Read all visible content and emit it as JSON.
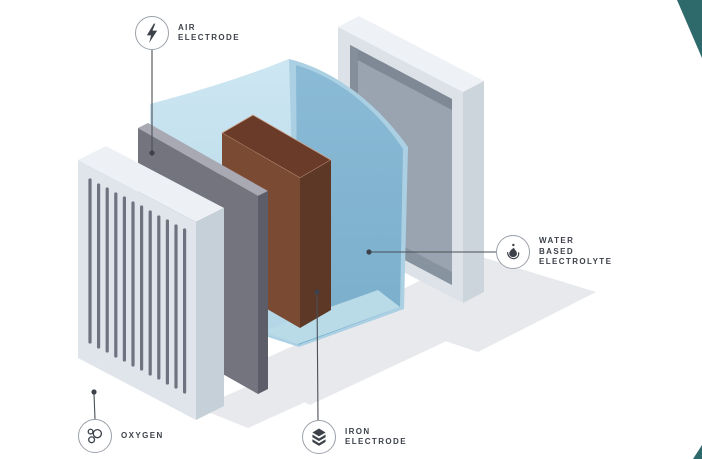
{
  "diagram": {
    "subject": "iron-air battery exploded view",
    "labels": {
      "air_electrode": {
        "lines": [
          "AIR",
          "ELECTRODE"
        ],
        "icon": "lightning-bolt-icon"
      },
      "water_based_electrolyte": {
        "lines": [
          "WATER",
          "BASED",
          "ELECTROLYTE"
        ],
        "icon": "water-droplet-icon"
      },
      "iron_electrode": {
        "lines": [
          "IRON",
          "ELECTRODE"
        ],
        "icon": "layered-stack-icon"
      },
      "oxygen": {
        "lines": [
          "OXYGEN"
        ],
        "icon": "bubbles-icon"
      }
    },
    "colors": {
      "accent_teal": "#2E696C",
      "electrolyte_light_face": "#C8E2EF",
      "electrolyte_right_face": "#80B1CE",
      "electrolyte_surface": "#ABD0E3",
      "iron_block_front": "#7B4A33",
      "iron_block_top": "#6B3B29",
      "electrode_plate": "#74747F",
      "casing_panel": "#DFE4EA",
      "vent_slat": "#6E7380",
      "label_text": "#3D424A",
      "leader_line": "#4A4F57",
      "shadow": "#E8E9EC"
    }
  }
}
